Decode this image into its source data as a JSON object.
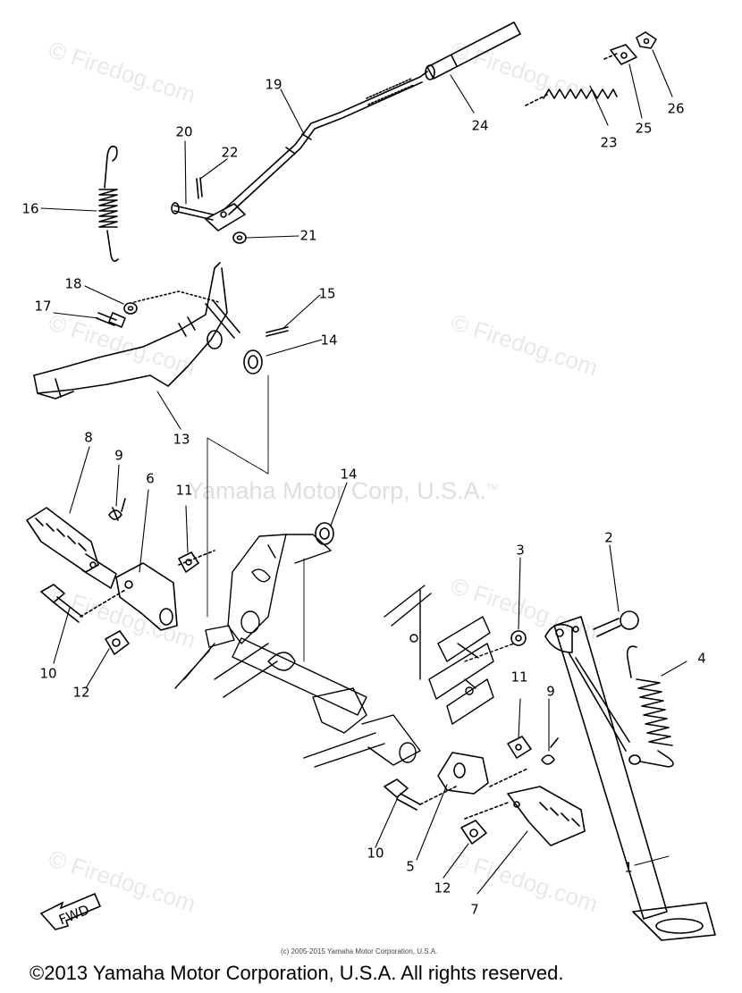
{
  "watermark": {
    "site": "© Firedog.com",
    "corp": "Yamaha Motor Corp, U.S.A.",
    "corp_mark": "TM"
  },
  "callouts": [
    {
      "id": "c1",
      "label": "1"
    },
    {
      "id": "c2",
      "label": "2"
    },
    {
      "id": "c3",
      "label": "3"
    },
    {
      "id": "c4",
      "label": "4"
    },
    {
      "id": "c5",
      "label": "5"
    },
    {
      "id": "c6",
      "label": "6"
    },
    {
      "id": "c7",
      "label": "7"
    },
    {
      "id": "c8",
      "label": "8"
    },
    {
      "id": "c9a",
      "label": "9"
    },
    {
      "id": "c9b",
      "label": "9"
    },
    {
      "id": "c10a",
      "label": "10"
    },
    {
      "id": "c10b",
      "label": "10"
    },
    {
      "id": "c11a",
      "label": "11"
    },
    {
      "id": "c11b",
      "label": "11"
    },
    {
      "id": "c12a",
      "label": "12"
    },
    {
      "id": "c12b",
      "label": "12"
    },
    {
      "id": "c13",
      "label": "13"
    },
    {
      "id": "c14a",
      "label": "14"
    },
    {
      "id": "c14b",
      "label": "14"
    },
    {
      "id": "c15",
      "label": "15"
    },
    {
      "id": "c16",
      "label": "16"
    },
    {
      "id": "c17",
      "label": "17"
    },
    {
      "id": "c18",
      "label": "18"
    },
    {
      "id": "c19",
      "label": "19"
    },
    {
      "id": "c20",
      "label": "20"
    },
    {
      "id": "c21",
      "label": "21"
    },
    {
      "id": "c22",
      "label": "22"
    },
    {
      "id": "c23",
      "label": "23"
    },
    {
      "id": "c24",
      "label": "24"
    },
    {
      "id": "c25",
      "label": "25"
    },
    {
      "id": "c26",
      "label": "26"
    }
  ],
  "fwd_label": "FWD",
  "footer": {
    "small_copyright": "(c) 2005-2015 Yamaha Motor Corporation, U.S.A.",
    "copyright": "©2013 Yamaha Motor Corporation, U.S.A. All rights reserved."
  }
}
